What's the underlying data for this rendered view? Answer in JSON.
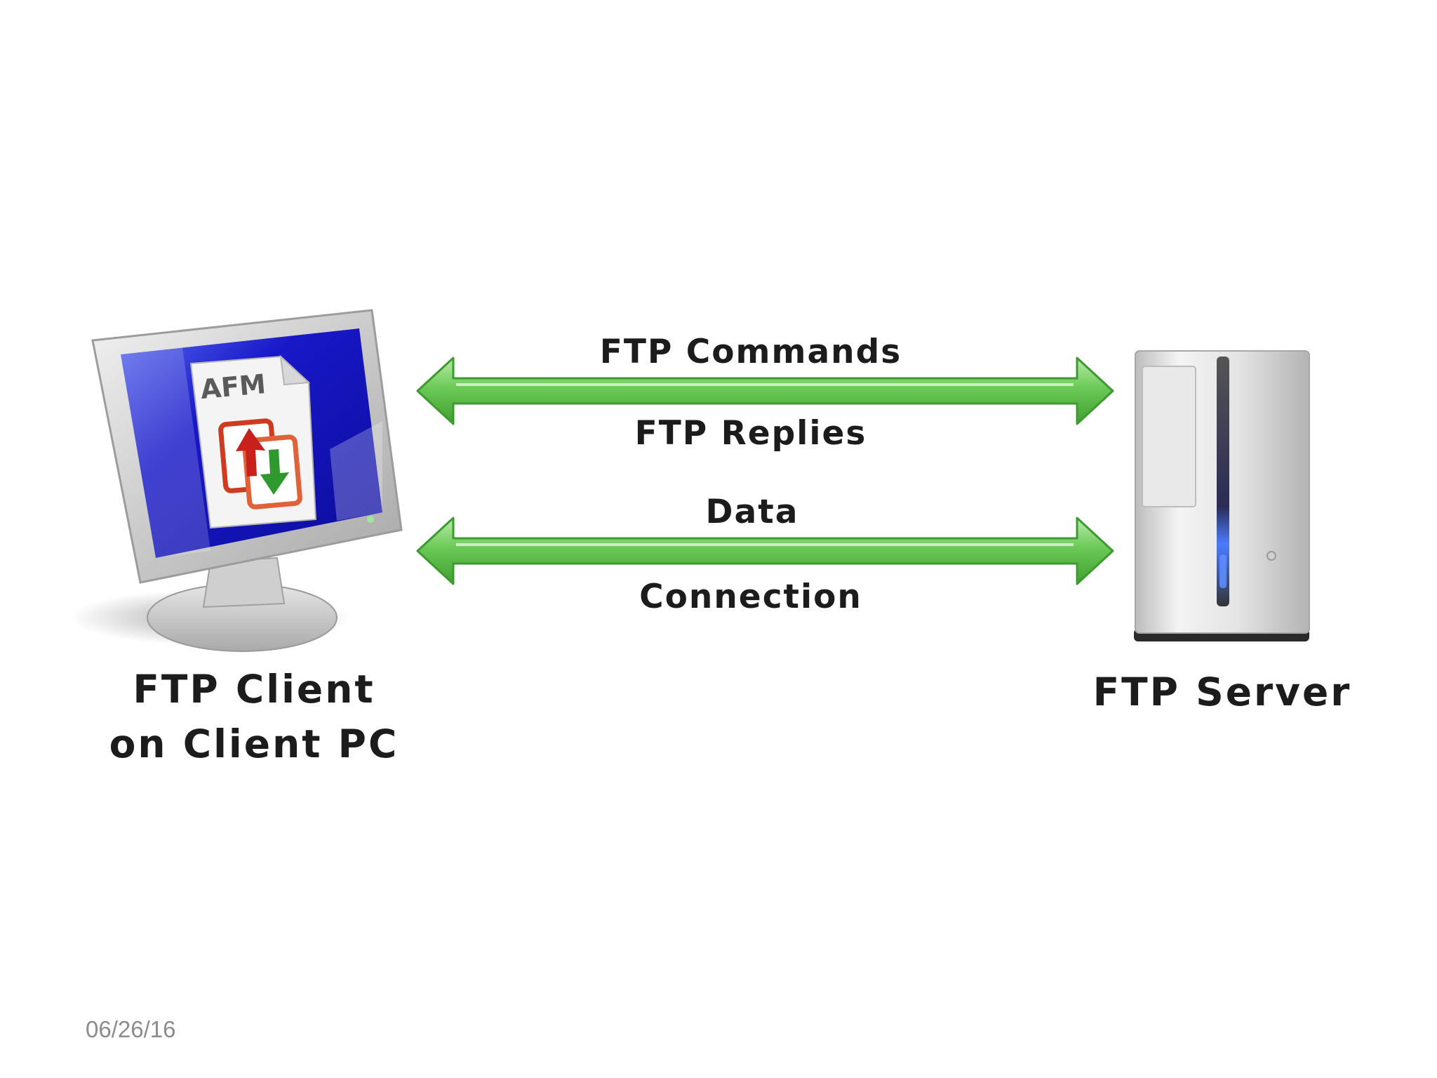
{
  "diagram": {
    "client": {
      "label_line1": "FTP Client",
      "label_line2": "on Client PC",
      "icon": "monitor-icon",
      "document_badge": "AFM"
    },
    "server": {
      "label": "FTP Server",
      "icon": "server-tower-icon"
    },
    "control_link": {
      "label_top": "FTP Commands",
      "label_bottom": "FTP Replies",
      "icon": "double-arrow-icon"
    },
    "data_link": {
      "label_top": "Data",
      "label_bottom": "Connection",
      "icon": "double-arrow-icon"
    },
    "colors": {
      "arrow_fill": "#5fbf4a",
      "arrow_stroke": "#3d9a2f",
      "screen_blue": "#1a1ad0",
      "upload_arrow": "#c8201a",
      "download_arrow": "#2e9a2e"
    }
  },
  "footer": {
    "date": "06/26/16"
  }
}
